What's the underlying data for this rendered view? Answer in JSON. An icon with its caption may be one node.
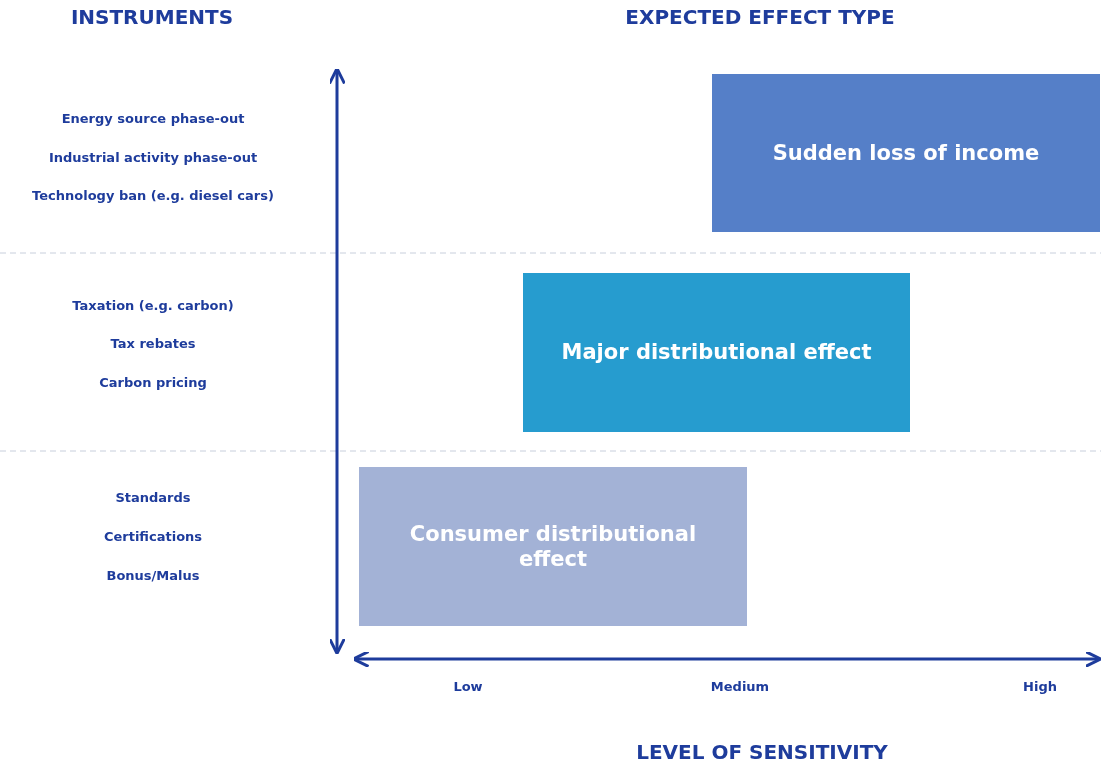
{
  "diagram": {
    "nodes": [
      {
        "text": [
          "Sudden loss of income"
        ]
      },
      {
        "text": [
          "Major distributional effect"
        ]
      },
      {
        "text": [
          "Consumer distributional effect"
        ]
      }
    ],
    "labels": [
      "INSTRUMENTS",
      "EXPECTED EFFECT TYPE",
      "Energy source phase-out",
      "Industrial activity phase-out",
      "Technology ban (e.g. diesel cars)",
      "Taxation (e.g. carbon)",
      "Tax rebates",
      "Carbon pricing",
      "Standards",
      "Certifications",
      "Bonus/Malus",
      "Low",
      "Medium",
      "High",
      "LEVEL OF SENSITIVITY"
    ]
  }
}
